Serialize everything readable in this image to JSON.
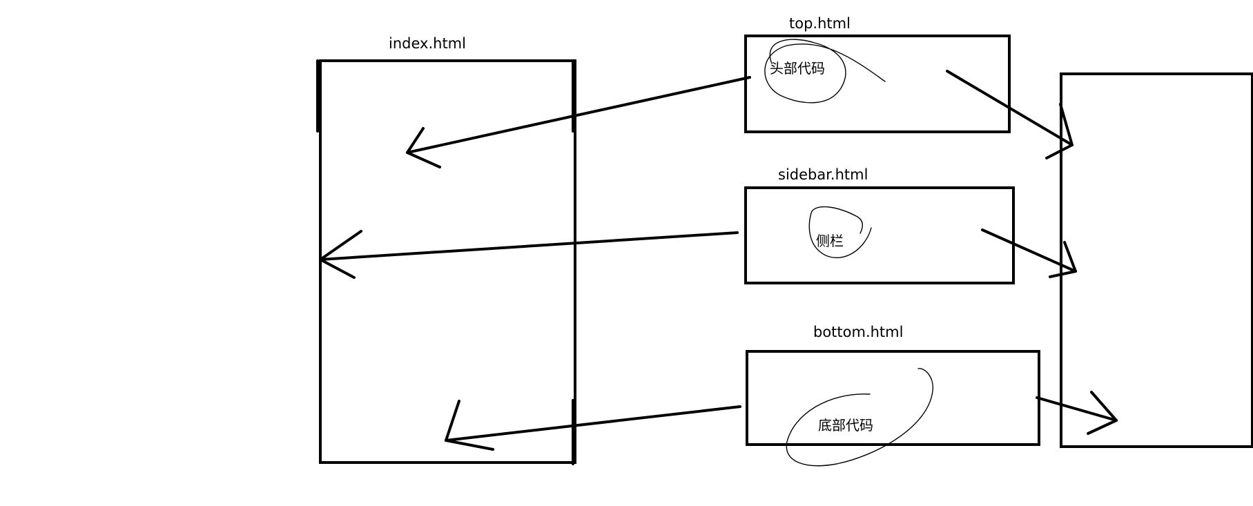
{
  "diagram": {
    "index_label": "index.html",
    "top_label": "top.html",
    "sidebar_label": "sidebar.html",
    "bottom_label": "bottom.html",
    "top_content": "头部代码",
    "sidebar_content": "侧栏",
    "bottom_content": "底部代码"
  }
}
